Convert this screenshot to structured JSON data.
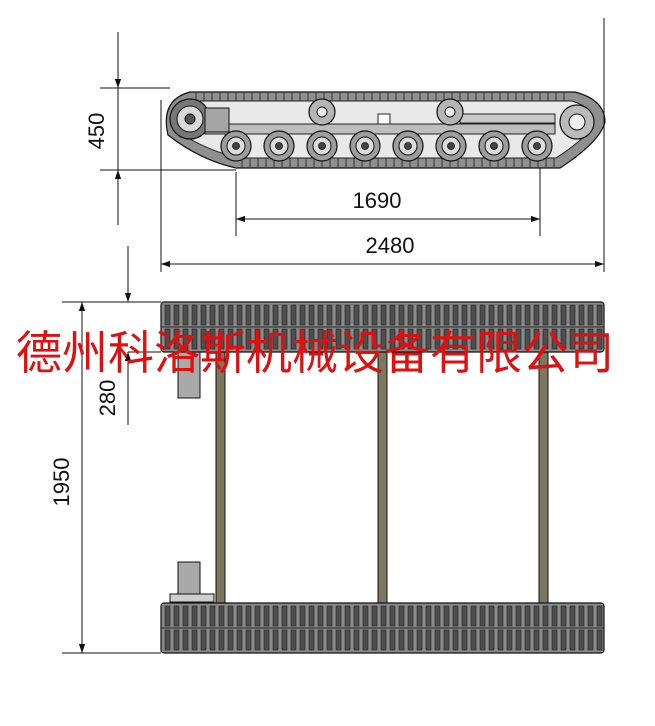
{
  "dimensions": {
    "side_height": "450",
    "wheelbase": "1690",
    "overall_length": "2480",
    "track_width": "280",
    "overall_width": "1950"
  },
  "watermark": {
    "company": "德州科洛斯机械设备有限公司"
  },
  "colors": {
    "line": "#111111",
    "track_fill": "#8a8a8a",
    "track_dark": "#4a4a4a",
    "wheel_fill": "#9a9a9a",
    "frame_fill": "#7d7660",
    "watermark": "#e01010"
  }
}
